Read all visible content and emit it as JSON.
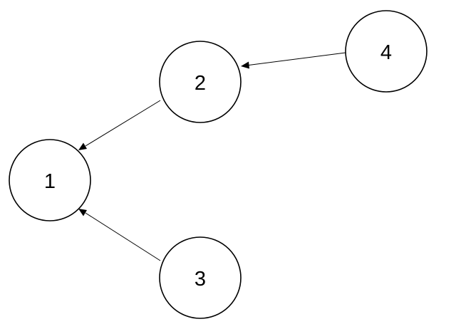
{
  "diagram": {
    "nodes": [
      {
        "id": "1",
        "label": "1"
      },
      {
        "id": "2",
        "label": "2"
      },
      {
        "id": "3",
        "label": "3"
      },
      {
        "id": "4",
        "label": "4"
      }
    ],
    "edges": [
      {
        "from": "4",
        "to": "2"
      },
      {
        "from": "2",
        "to": "1"
      },
      {
        "from": "3",
        "to": "1"
      }
    ],
    "colors": {
      "stroke": "#000000",
      "fill": "#ffffff",
      "text": "#000000"
    }
  }
}
